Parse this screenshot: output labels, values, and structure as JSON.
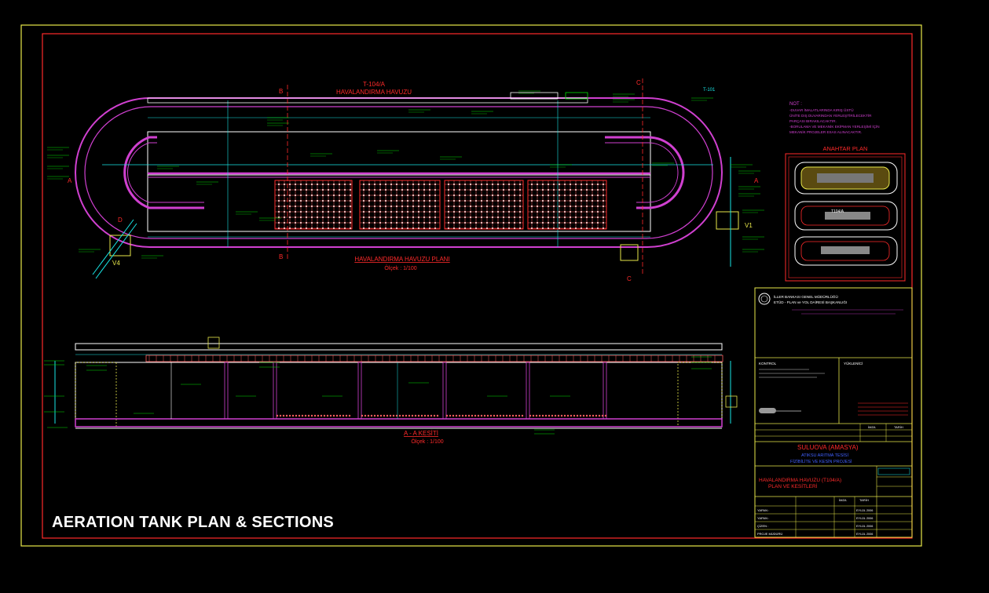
{
  "caption": "AERATION TANK PLAN & SECTIONS",
  "plan": {
    "tag": "T-104/A",
    "name": "HAVALANDIRMA HAVUZU",
    "plan_title": "HAVALANDIRMA HAVUZU PLANI",
    "plan_scale": "Ölçek : 1/100",
    "marker_b": "B",
    "marker_c": "C",
    "marker_d": "D",
    "marker_a": "A",
    "label_t101": "T-101",
    "label_v1": "V1",
    "label_v4": "V4"
  },
  "section": {
    "title": "A - A KESİTİ",
    "scale": "Ölçek : 1/100"
  },
  "key_plan": {
    "title": "ANAHTAR PLAN",
    "tag": "T104/A"
  },
  "notes": {
    "title": "NOT :",
    "line1": "-DUVAR İMALATLARINDA KIRIŞ ÜSTÜ",
    "line2": "ÜNİTE DIŞ DUVARINDAN YERLEŞTİRİLECEKTİR",
    "line3": "PARÇASI BIRAKILACAKTIR.",
    "line4": "-BORULAMA VE MEKANİK EKİPMAN YERLEŞİMİ İÇİN",
    "line5": "MEKANİK PROJELER ESAS ALINACAKTIR."
  },
  "title_block": {
    "org1": "İLLER BANKASI GENEL MÜDÜRLÜĞÜ",
    "org2": "ETÜD - PLAN ve YOL DAİRESİ BAŞKANLIĞI",
    "control": "KONTROL",
    "approval": "YÜKLENİCİ",
    "city": "SULUOVA (AMASYA)",
    "project1": "ATIKSU ARITMA TESİSİ",
    "project2": "FİZİBİLİTE VE KESİN PROJESİ",
    "sheet1": "HAVALANDIRMA HAVUZU (T104/A)",
    "sheet2": "PLAN VE KESİTLERİ",
    "row_yapan": "YAPAN :",
    "row_yapan2": "YAPAN :",
    "row_cizen": "ÇİZEN :",
    "row_proje": "PROJE MÜDÜRÜ",
    "date1": "EYLÜL 2006",
    "date2": "EYLÜL 2006",
    "date3": "EYLÜL 2006",
    "date4": "EYLÜL 2006",
    "col_imza": "İMZA",
    "col_tarih": "TARİH"
  },
  "colors": {
    "background": "#000000",
    "outer_border": "#e8e84a",
    "inner_border": "#ff2a2a",
    "wall": "#d040d0",
    "dim": "#00e000",
    "cyan": "#19e6e6",
    "grid": "#ff6060",
    "white": "#ffffff"
  }
}
